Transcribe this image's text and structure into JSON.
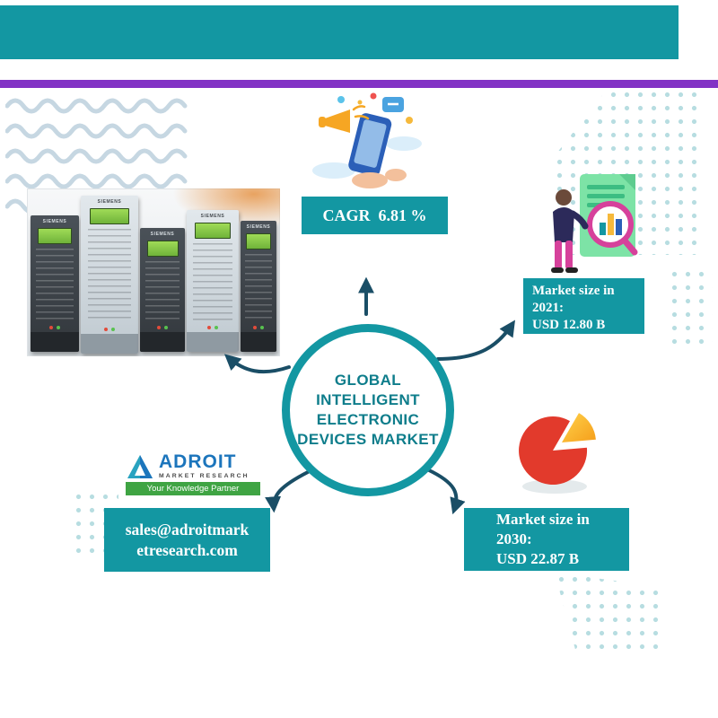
{
  "colors": {
    "teal": "#1397A2",
    "purple": "#8233C5",
    "arrow_navy": "#1A4E66",
    "logo_blue": "#1C75BC",
    "logo_green": "#3FA443",
    "pie_red": "#E23A2C",
    "pie_orange": "#F59E1B"
  },
  "center_circle": {
    "line1": "GLOBAL",
    "line2": "INTELLIGENT",
    "line3": "ELECTRONIC",
    "line4": "DEVICES MARKET"
  },
  "cagr_box": {
    "label": "CAGR  6.81 %"
  },
  "market_2021_box": {
    "line1": "Market size in",
    "line2": "2021:",
    "line3": "USD 12.80 B"
  },
  "market_2030_box": {
    "line1": "Market size in",
    "line2": "2030:",
    "line3": "USD 22.87 B"
  },
  "contact_box": {
    "line1": "sales@adroitmark",
    "line2": "etresearch.com"
  },
  "logo": {
    "brand": "ADROIT",
    "subtitle": "MARKET RESEARCH",
    "tagline": "Your Knowledge Partner"
  },
  "product_photo": {
    "brand": "SIEMENS"
  }
}
